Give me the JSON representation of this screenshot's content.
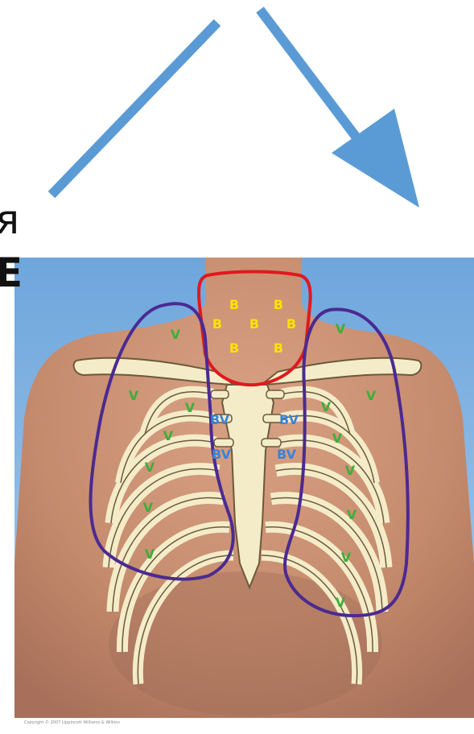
{
  "text_fragments": {
    "line1": "я",
    "line2": "Е"
  },
  "copyright": "Copyright © 2007 Lippincott Williams & Wilkins",
  "labels": {
    "b": "B",
    "bv": "BV",
    "v": "V"
  },
  "colors": {
    "arrow": "#5b9bd5",
    "red_region": "#e0191e",
    "purple_region": "#4b2a91",
    "b_label": "#ffe100",
    "bv_label": "#3a83d8",
    "v_label": "#3daf3a",
    "bone": "#f4ecc8",
    "skin": "#c48a6c",
    "background": "#7fb1df"
  }
}
